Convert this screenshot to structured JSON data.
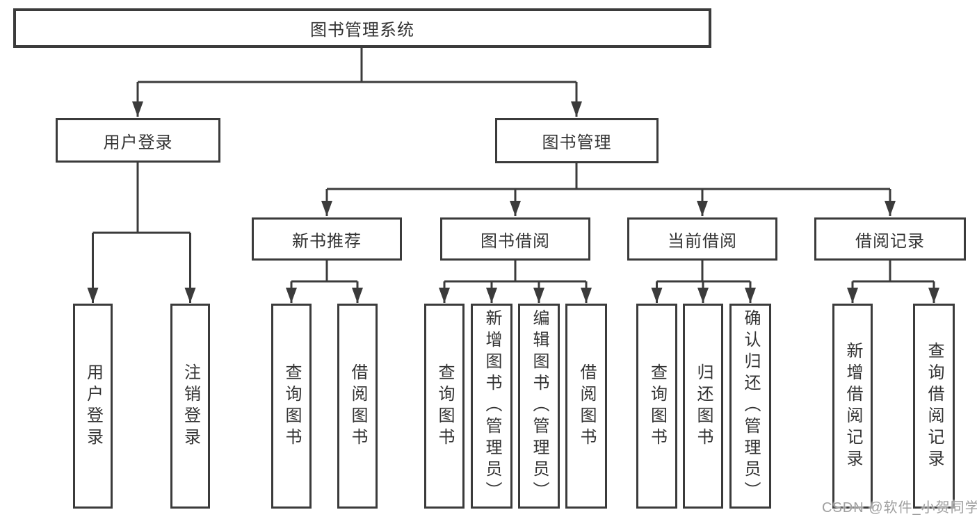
{
  "diagram": {
    "root": {
      "label": "图书管理系统"
    },
    "level2": {
      "user_login": {
        "label": "用户登录"
      },
      "book_management": {
        "label": "图书管理"
      }
    },
    "level3": {
      "new_book_recommend": {
        "label": "新书推荐"
      },
      "book_borrow": {
        "label": "图书借阅"
      },
      "current_borrow": {
        "label": "当前借阅"
      },
      "borrow_records": {
        "label": "借阅记录"
      }
    },
    "leaves": {
      "user_login": {
        "label": "用户登录"
      },
      "logout": {
        "label": "注销登录"
      },
      "newbook_query": {
        "label": "查询图书"
      },
      "newbook_borrow": {
        "label": "借阅图书"
      },
      "borrow_query": {
        "label": "查询图书"
      },
      "borrow_add_admin": {
        "label": "新增图书（管理员）"
      },
      "borrow_edit_admin": {
        "label": "编辑图书（管理员）"
      },
      "borrow_borrow": {
        "label": "借阅图书"
      },
      "current_query": {
        "label": "查询图书"
      },
      "current_return": {
        "label": "归还图书"
      },
      "current_confirm_admin": {
        "label": "确认归还（管理员）"
      },
      "records_add": {
        "label": "新增借阅记录"
      },
      "records_query": {
        "label": "查询借阅记录"
      }
    }
  },
  "watermark": {
    "text": "CSDN @软件_小贺同学"
  },
  "colors": {
    "line": "#3b3b3b",
    "text": "#333333",
    "box_background": "#ffffff",
    "watermark": "#9f9f9f",
    "page_background": "#ffffff"
  }
}
